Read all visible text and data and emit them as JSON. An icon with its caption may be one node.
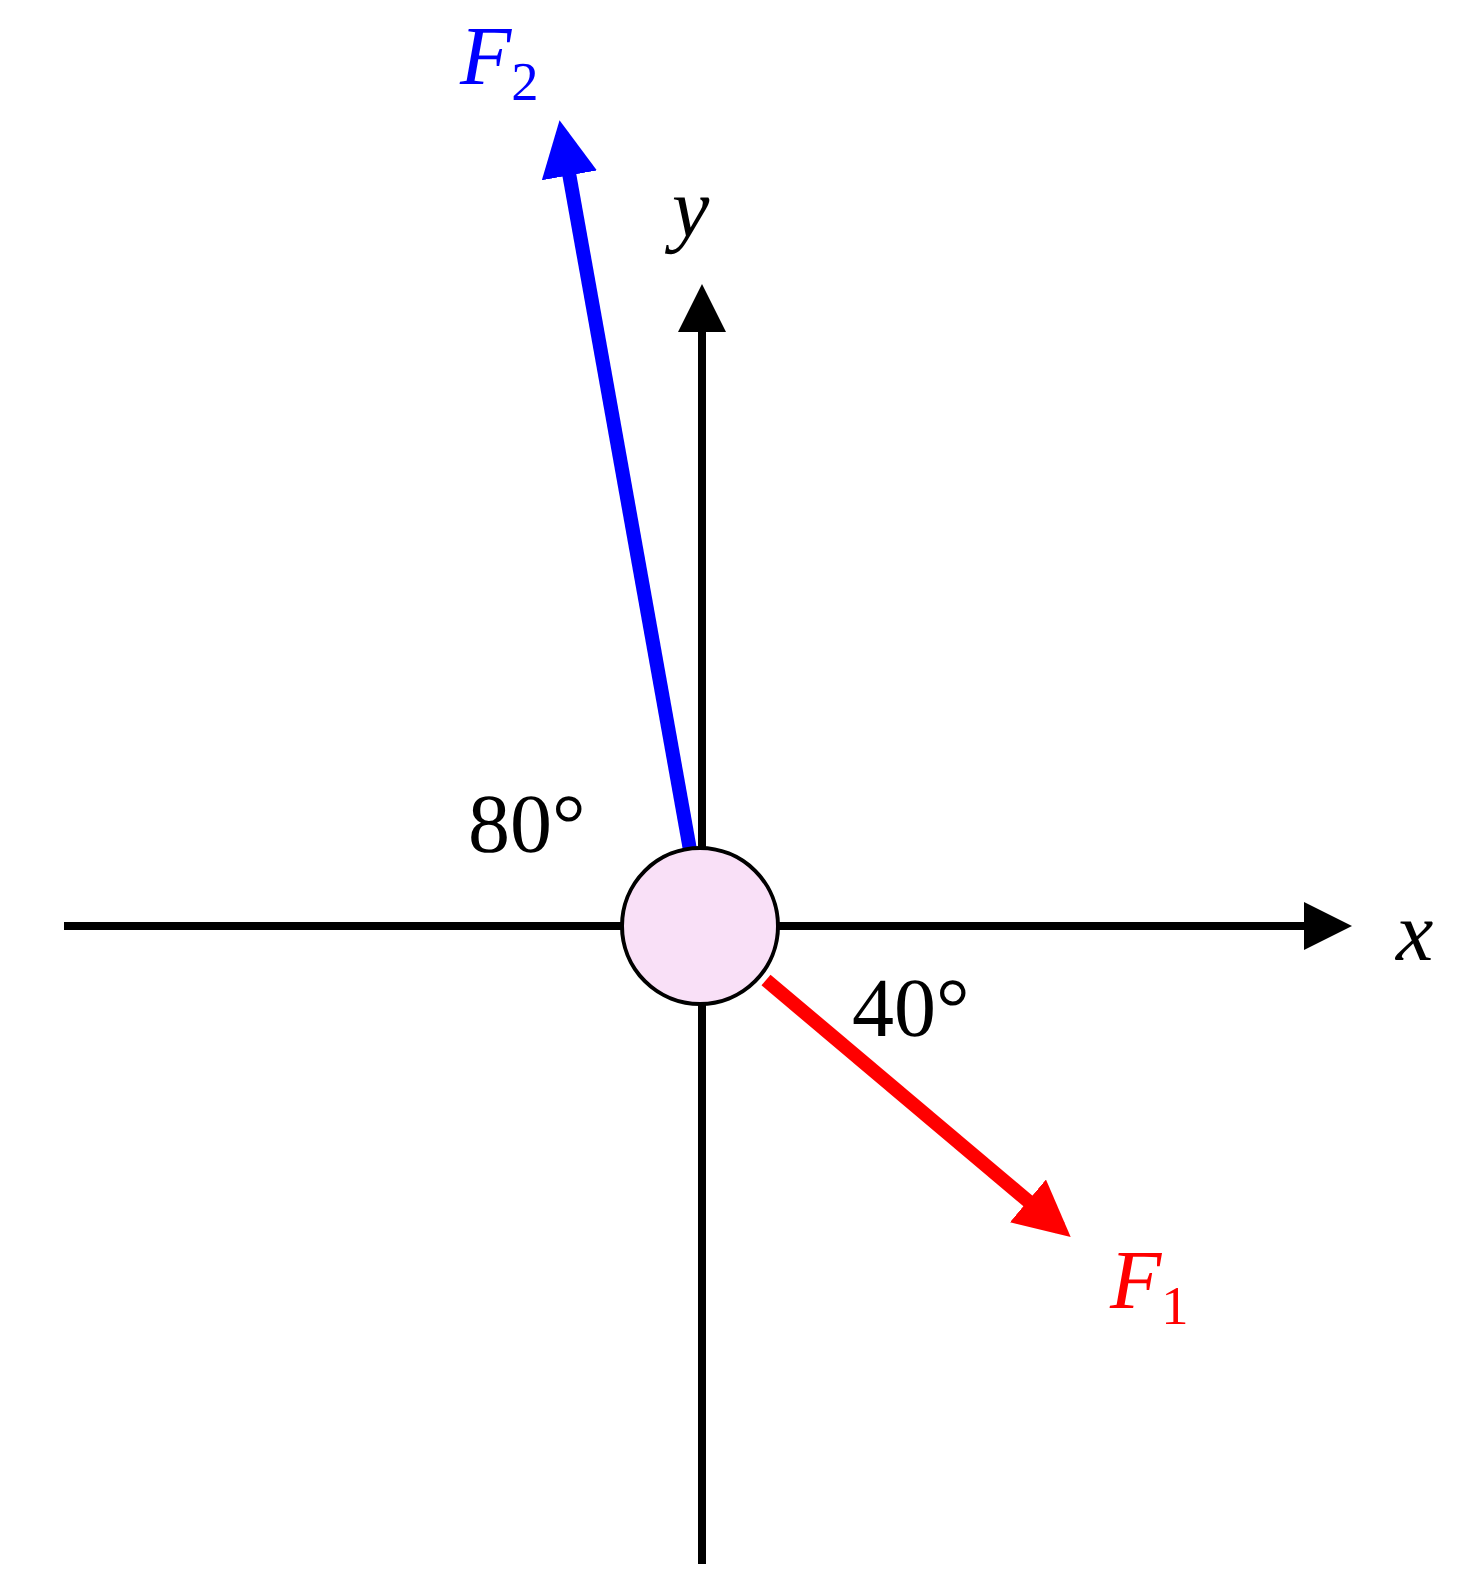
{
  "diagram": {
    "nodes": [
      {
        "text": [],
        "shape": "circle"
      }
    ],
    "labels": [
      "*F*$_{2}$",
      "*y*",
      "80°",
      "*x*",
      "40°",
      "*F*$_{1}$"
    ]
  }
}
